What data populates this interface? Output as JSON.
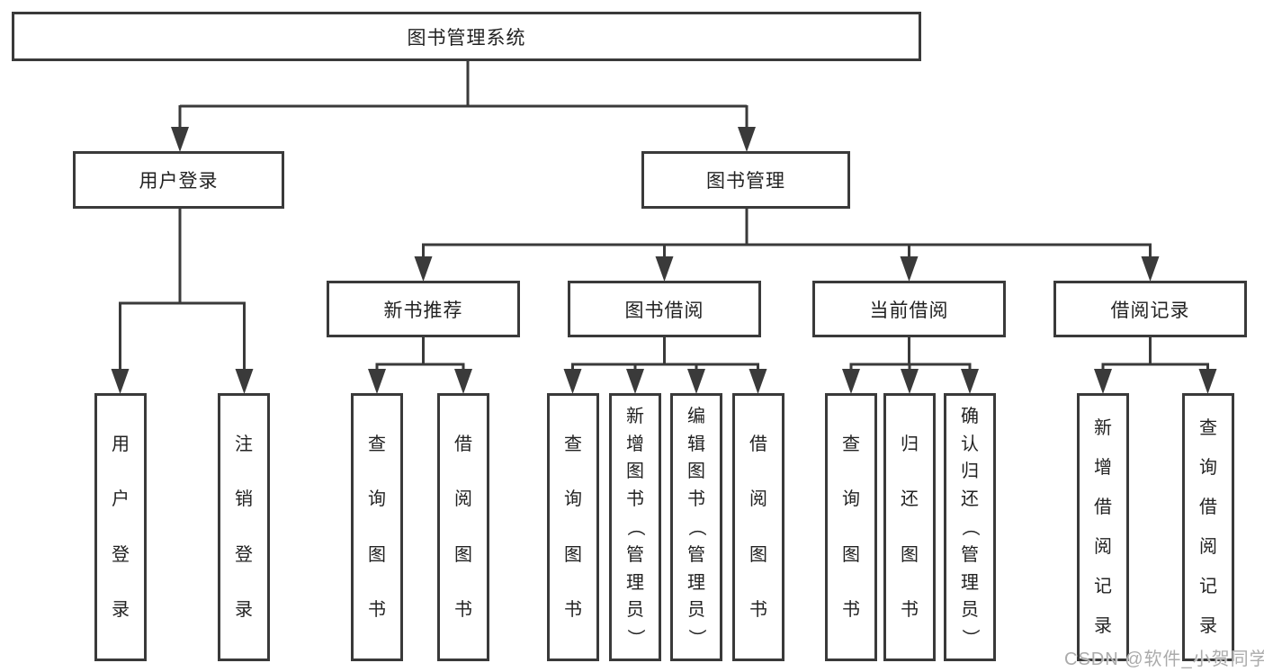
{
  "tree": {
    "label": "图书管理系统",
    "children": [
      {
        "label": "用户登录",
        "children": [
          {
            "label": "用户登录"
          },
          {
            "label": "注销登录"
          }
        ]
      },
      {
        "label": "图书管理",
        "children": [
          {
            "label": "新书推荐",
            "children": [
              {
                "label": "查询图书"
              },
              {
                "label": "借阅图书"
              }
            ]
          },
          {
            "label": "图书借阅",
            "children": [
              {
                "label": "查询图书"
              },
              {
                "label": "新增图书（管理员）"
              },
              {
                "label": "编辑图书（管理员）"
              },
              {
                "label": "借阅图书"
              }
            ]
          },
          {
            "label": "当前借阅",
            "children": [
              {
                "label": "查询图书"
              },
              {
                "label": "归还图书"
              },
              {
                "label": "确认归还（管理员）"
              }
            ]
          },
          {
            "label": "借阅记录",
            "children": [
              {
                "label": "新增借阅记录"
              },
              {
                "label": "查询借阅记录"
              }
            ]
          }
        ]
      }
    ]
  },
  "watermark": {
    "text": "CSDN @软件_小贺同学"
  },
  "colors": {
    "line": "#3a3a3a",
    "box_border": "#3a3a3a",
    "text": "#222222",
    "watermark": "#ababab",
    "background": "#ffffff"
  }
}
